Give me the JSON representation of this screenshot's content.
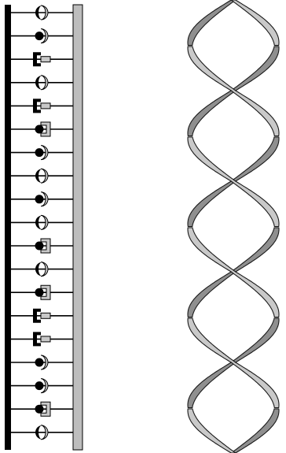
{
  "ladder": {
    "pairs": [
      "round-black-big-grey",
      "small-black-big-grey",
      "rect-black-small-grey",
      "round-black-big-grey",
      "rect-black-small-grey",
      "small-black-rect-grey",
      "small-black-big-grey",
      "round-black-big-grey",
      "small-black-big-grey",
      "round-black-big-grey",
      "small-black-rect-grey",
      "round-black-big-grey",
      "small-black-rect-grey",
      "rect-black-small-grey",
      "rect-black-small-grey",
      "small-black-big-grey",
      "small-black-big-grey",
      "small-black-rect-grey",
      "round-black-big-grey"
    ],
    "colors": {
      "black_strand": "#000000",
      "grey_strand": "#bdbdbd",
      "grey_base": "#c8c8c8",
      "outline": "#000000"
    }
  },
  "helix": {
    "turns": 2.5,
    "colors": {
      "ribbon_front": "#c9c9c9",
      "ribbon_back": "#8f8f8f",
      "edge": "#1a1a1a"
    }
  }
}
